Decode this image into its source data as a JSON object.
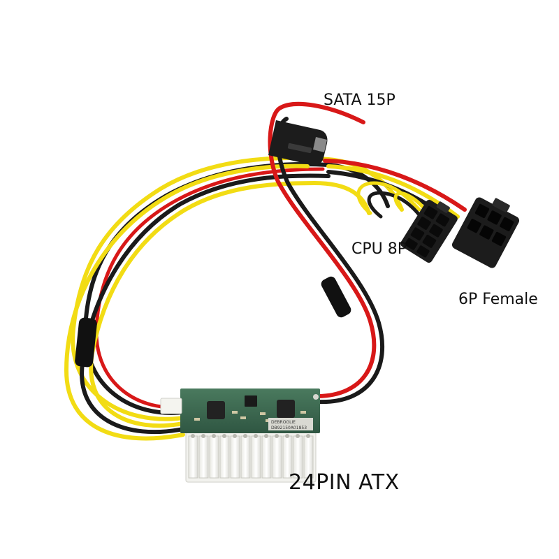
{
  "labels": {
    "sata": "SATA 15P",
    "cpu": "CPU 8P",
    "pcie": "6P Female",
    "atx": "24PIN ATX"
  },
  "board_text": {
    "line1": "DEBROGLIE",
    "line2": "DB92150A01853"
  },
  "colors": {
    "background": "#ffffff",
    "wire_red": "#d81818",
    "wire_yellow": "#f2dc14",
    "wire_black": "#1a1a1a",
    "pcb_green": "#3f6b52",
    "connector_white": "#f2f2ee",
    "connector_black": "#1c1c1c"
  }
}
